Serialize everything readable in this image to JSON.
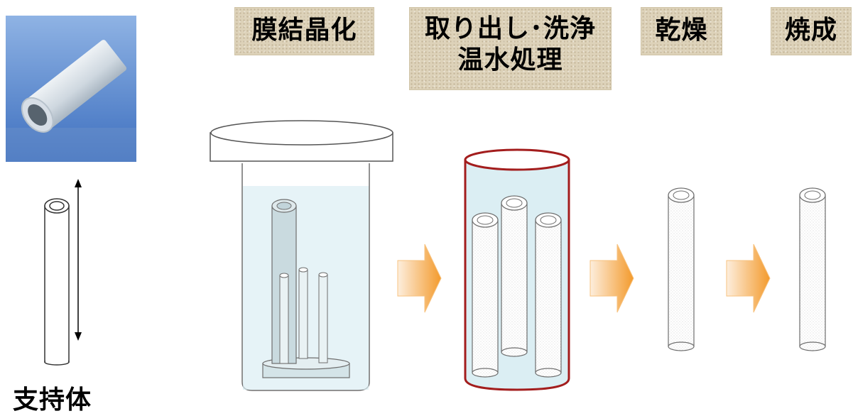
{
  "steps": [
    {
      "lines": [
        "膜結晶化"
      ]
    },
    {
      "lines": [
        "取り出し･洗浄",
        "温水処理"
      ]
    },
    {
      "lines": [
        "乾燥"
      ]
    },
    {
      "lines": [
        "焼成"
      ]
    }
  ],
  "support_label": "支持体",
  "colors": {
    "label_bg": "#ddd2b9",
    "water": "#dbeef3",
    "wash_outline": "#a31d1d",
    "arrow_dark": "#f39a2c",
    "arrow_light": "#fde7cf",
    "outline": "#6e6e6e"
  }
}
